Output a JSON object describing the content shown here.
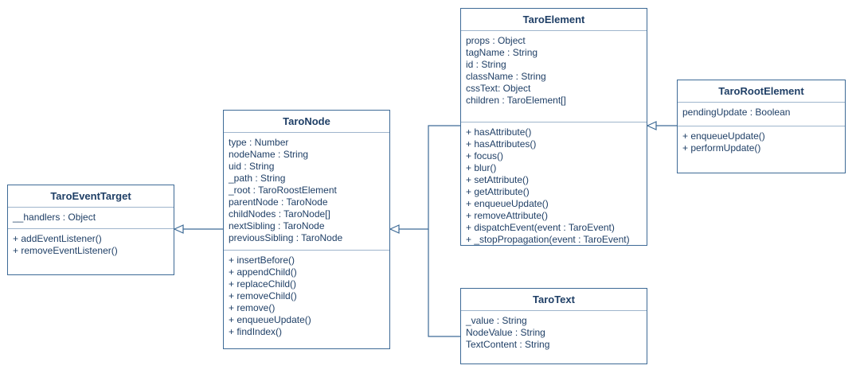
{
  "classes": {
    "event_target": {
      "name": "TaroEventTarget",
      "attributes": [
        "__handlers : Object"
      ],
      "methods": [
        "+ addEventListener()",
        "+ removeEventListener()"
      ]
    },
    "node": {
      "name": "TaroNode",
      "attributes": [
        "type : Number",
        "nodeName : String",
        "uid : String",
        "_path : String",
        "_root : TaroRoostElement",
        "parentNode : TaroNode",
        "childNodes : TaroNode[]",
        "nextSibling : TaroNode",
        "previousSibling : TaroNode"
      ],
      "methods": [
        "+ insertBefore()",
        "+ appendChild()",
        "+ replaceChild()",
        "+ removeChild()",
        "+ remove()",
        "+ enqueueUpdate()",
        "+ findIndex()"
      ]
    },
    "element": {
      "name": "TaroElement",
      "attributes": [
        "props : Object",
        "tagName : String",
        "id : String",
        "className : String",
        "cssText: Object",
        "children : TaroElement[]"
      ],
      "methods": [
        "+ hasAttribute()",
        "+ hasAttributes()",
        "+ focus()",
        "+ blur()",
        "+ setAttribute()",
        "+ getAttribute()",
        "+ enqueueUpdate()",
        "+ removeAttribute()",
        "+ dispatchEvent(event : TaroEvent)",
        "+ _stopPropagation(event : TaroEvent)"
      ]
    },
    "root_element": {
      "name": "TaroRootElement",
      "attributes": [
        "pendingUpdate : Boolean"
      ],
      "methods": [
        "+ enqueueUpdate()",
        "+ performUpdate()"
      ]
    },
    "text": {
      "name": "TaroText",
      "attributes": [
        "_value : String",
        "NodeValue : String",
        "TextContent : String"
      ],
      "methods": []
    }
  },
  "relations": [
    {
      "from": "node",
      "to": "event_target",
      "type": "inheritance"
    },
    {
      "from": "element",
      "to": "node",
      "type": "inheritance"
    },
    {
      "from": "text",
      "to": "node",
      "type": "inheritance"
    },
    {
      "from": "root_element",
      "to": "element",
      "type": "inheritance"
    }
  ],
  "colors": {
    "border": "#3d6a96",
    "text": "#1f3f66",
    "divider": "#9fb5cc"
  }
}
